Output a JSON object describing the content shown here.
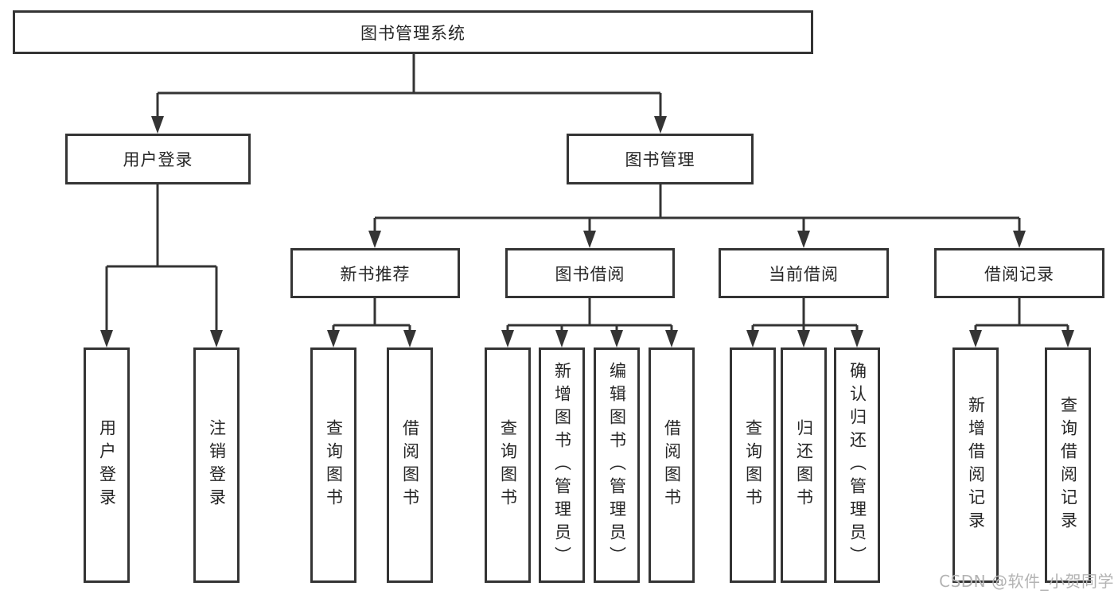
{
  "diagram": {
    "type": "tree",
    "root": {
      "label": "图书管理系统"
    },
    "branches": [
      {
        "label": "用户登录",
        "children": [
          {
            "label": "用户登录"
          },
          {
            "label": "注销登录"
          }
        ]
      },
      {
        "label": "图书管理",
        "children": [
          {
            "label": "新书推荐",
            "children": [
              {
                "label": "查询图书"
              },
              {
                "label": "借阅图书"
              }
            ]
          },
          {
            "label": "图书借阅",
            "children": [
              {
                "label": "查询图书"
              },
              {
                "label": "新增图书（管理员）"
              },
              {
                "label": "编辑图书（管理员）"
              },
              {
                "label": "借阅图书"
              }
            ]
          },
          {
            "label": "当前借阅",
            "children": [
              {
                "label": "查询图书"
              },
              {
                "label": "归还图书"
              },
              {
                "label": "确认归还（管理员）"
              }
            ]
          },
          {
            "label": "借阅记录",
            "children": [
              {
                "label": "新增借阅记录"
              },
              {
                "label": "查询借阅记录"
              }
            ]
          }
        ]
      }
    ]
  },
  "watermark": {
    "text": "CSDN @软件_小贺同学"
  },
  "colors": {
    "line": "#343434",
    "box_border": "#343434",
    "text": "#262626",
    "background": "#ffffff",
    "watermark": "#b3b3b3"
  }
}
